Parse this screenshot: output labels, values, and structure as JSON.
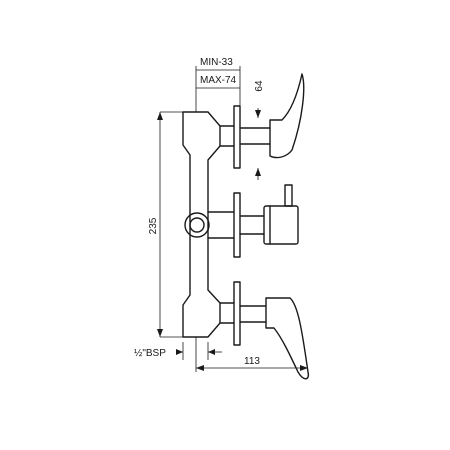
{
  "dimensions": {
    "min_depth": "MIN-33",
    "max_depth": "MAX-74",
    "flange_gap": "64",
    "height": "235",
    "width": "113",
    "inlet": "½\"BSP"
  }
}
